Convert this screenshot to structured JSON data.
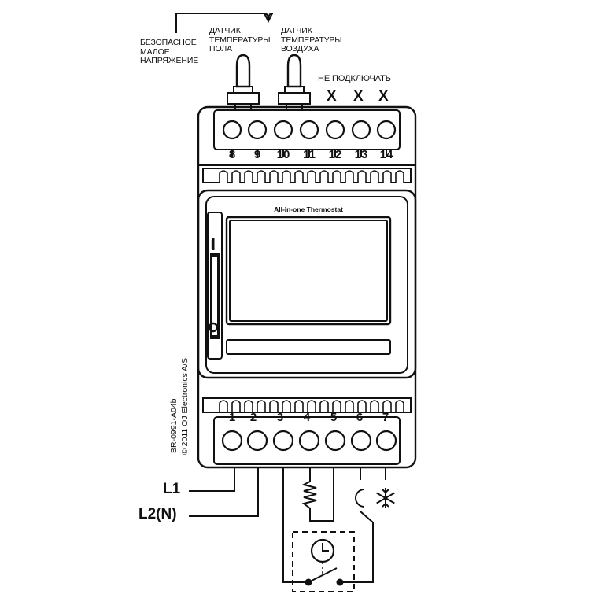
{
  "header": {
    "label_selv": "БЕЗОПАСНОЕ\nМАЛОЕ\nНАПРЯЖЕНИЕ",
    "label_floor_sensor": "ДАТЧИК\nТЕМПЕРАТУРЫ\nПОЛА",
    "label_air_sensor": "ДАТЧИК\nТЕМПЕРАТУРЫ\nВОЗДУХА",
    "label_no_connect": "НЕ ПОДКЛЮЧАТЬ",
    "x_marks": [
      "X",
      "X",
      "X"
    ]
  },
  "device": {
    "product_name": "All-in-one Thermostat",
    "switch_on_symbol": "I",
    "switch_off_symbol": "O",
    "top_terminals": [
      "8",
      "9",
      "10",
      "11",
      "12",
      "13",
      "14"
    ],
    "bottom_terminals": [
      "1",
      "2",
      "3",
      "4",
      "5",
      "6",
      "7"
    ]
  },
  "side_text": {
    "doc_number": "BR-0991-A04b",
    "copyright": "© 2011 OJ Electronics A/S"
  },
  "wiring": {
    "l1": "L1",
    "l2n": "L2(N)",
    "night_icon": "moon-icon",
    "frost_icon": "snowflake-icon",
    "heater_icon": "resistor-icon",
    "timer_icon": "clock-switch-icon"
  }
}
